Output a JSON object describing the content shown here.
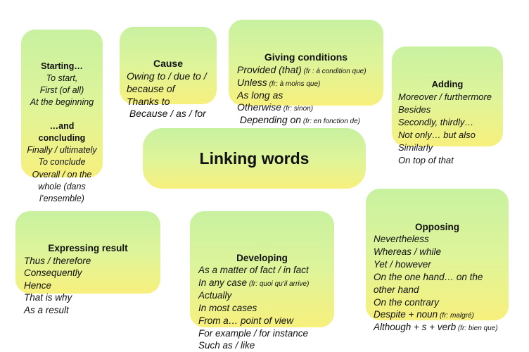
{
  "title": {
    "text": "Linking words"
  },
  "colors": {
    "box_gradient_top": "#c8f1a0",
    "box_gradient_bottom": "#f7f07d",
    "text": "#111111",
    "background": "#ffffff"
  },
  "boxes": [
    {
      "id": "starting-concluding",
      "sections": [
        {
          "title": "Starting…",
          "lines": [
            "To start,",
            "First (of all)",
            "At the beginning"
          ]
        },
        {
          "title": "…and concluding",
          "lines": [
            "Finally / ultimately",
            "To conclude",
            "Overall / on the whole (dans l’ensemble)"
          ]
        }
      ]
    },
    {
      "id": "cause",
      "sections": [
        {
          "title": "Cause",
          "lines": [
            "Owing to / due to / because of",
            "Thanks to",
            " Because / as / for"
          ]
        }
      ]
    },
    {
      "id": "giving-conditions",
      "sections": [
        {
          "title": "Giving conditions",
          "lines": [
            {
              "text": "Provided (that)",
              "fr": "(fr : à condition que)"
            },
            {
              "text": "Unless",
              "fr": "(fr: à moins que)"
            },
            "As long as",
            {
              "text": "Otherwise",
              "fr": "(fr: sinon)"
            },
            {
              "text": " Depending on",
              "fr": "(fr: en fonction de)"
            }
          ]
        }
      ]
    },
    {
      "id": "adding",
      "sections": [
        {
          "title": "Adding",
          "lines": [
            "Moreover / furthermore",
            "Besides",
            "Secondly, thirdly…",
            "Not only… but also",
            "Similarly",
            "On top of that"
          ]
        }
      ]
    },
    {
      "id": "expressing-result",
      "sections": [
        {
          "title": "Expressing result",
          "lines": [
            "Thus / therefore",
            "Consequently",
            "Hence",
            "That is why",
            "As a result"
          ]
        }
      ]
    },
    {
      "id": "developing",
      "sections": [
        {
          "title": "Developing",
          "lines": [
            "As a matter of fact / in fact",
            {
              "text": "In any case",
              "fr": "(fr: quoi qu’il arrive)"
            },
            "Actually",
            "In most cases",
            "From a… point of view",
            "For example / for instance",
            "Such as / like"
          ]
        }
      ]
    },
    {
      "id": "opposing",
      "sections": [
        {
          "title": "Opposing",
          "lines": [
            "Nevertheless",
            "Whereas / while",
            "Yet / however",
            "On the one hand… on the other hand",
            "On the contrary",
            {
              "text": "Despite + noun",
              "fr": "(fr: malgré)"
            },
            {
              "text": "Although + s + verb",
              "fr": "(fr: bien que)"
            }
          ]
        }
      ]
    }
  ]
}
